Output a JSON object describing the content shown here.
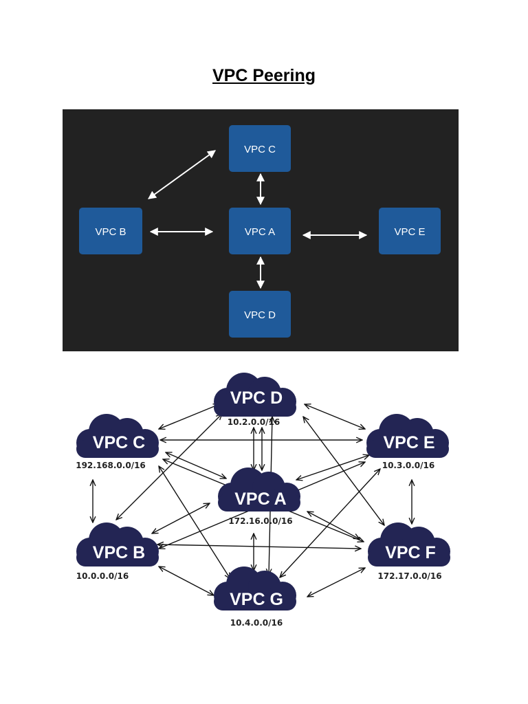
{
  "document": {
    "title": "VPC Peering"
  },
  "diagram_hub": {
    "background": "#222222",
    "box_color": "#1f5a9a",
    "nodes": [
      {
        "id": "C",
        "label": "VPC C"
      },
      {
        "id": "B",
        "label": "VPC B"
      },
      {
        "id": "A",
        "label": "VPC A"
      },
      {
        "id": "E",
        "label": "VPC E"
      },
      {
        "id": "D",
        "label": "VPC D"
      }
    ],
    "links": [
      [
        "B",
        "C"
      ],
      [
        "C",
        "A"
      ],
      [
        "B",
        "A"
      ],
      [
        "A",
        "E"
      ],
      [
        "A",
        "D"
      ]
    ]
  },
  "diagram_mesh": {
    "cloud_color": "#232554",
    "nodes": [
      {
        "id": "D",
        "label": "VPC D",
        "cidr": "10.2.0.0/16"
      },
      {
        "id": "C",
        "label": "VPC C",
        "cidr": "192.168.0.0/16"
      },
      {
        "id": "E",
        "label": "VPC E",
        "cidr": "10.3.0.0/16"
      },
      {
        "id": "A",
        "label": "VPC A",
        "cidr": "172.16.0.0/16"
      },
      {
        "id": "B",
        "label": "VPC B",
        "cidr": "10.0.0.0/16"
      },
      {
        "id": "F",
        "label": "VPC F",
        "cidr": "172.17.0.0/16"
      },
      {
        "id": "G",
        "label": "VPC G",
        "cidr": "10.4.0.0/16"
      }
    ]
  }
}
